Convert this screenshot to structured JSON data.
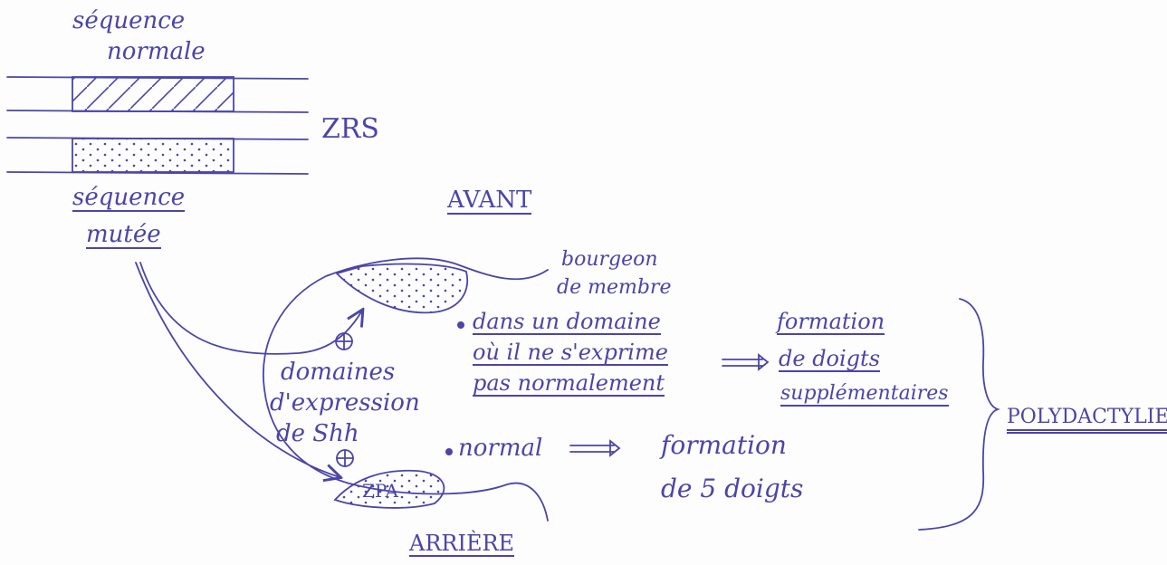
{
  "diagram": {
    "ink_color": "#4b45a8",
    "gene": {
      "normal_label_line1": "séquence",
      "normal_label_line2": "normale",
      "region_label": "ZRS",
      "mutated_label_line1": "séquence",
      "mutated_label_line2": "mutée"
    },
    "limb": {
      "front_label": "AVANT",
      "back_label": "ARRIÈRE",
      "bud_label_line1": "bourgeon",
      "bud_label_line2": "de membre",
      "zpa_label": "ZPA",
      "shh_label_line1": "domaines",
      "shh_label_line2": "d'expression",
      "shh_label_line3": "de Shh"
    },
    "ectopic": {
      "line1": "dans un domaine",
      "line2": "où il ne s'exprime",
      "line3": "pas normalement",
      "result_line1": "formation",
      "result_line2": "de doigts",
      "result_line3": "supplémentaires"
    },
    "normal": {
      "label": "normal",
      "result_line1": "formation",
      "result_line2": "de 5 doigts"
    },
    "conclusion": "POLYDACTYLIE"
  }
}
